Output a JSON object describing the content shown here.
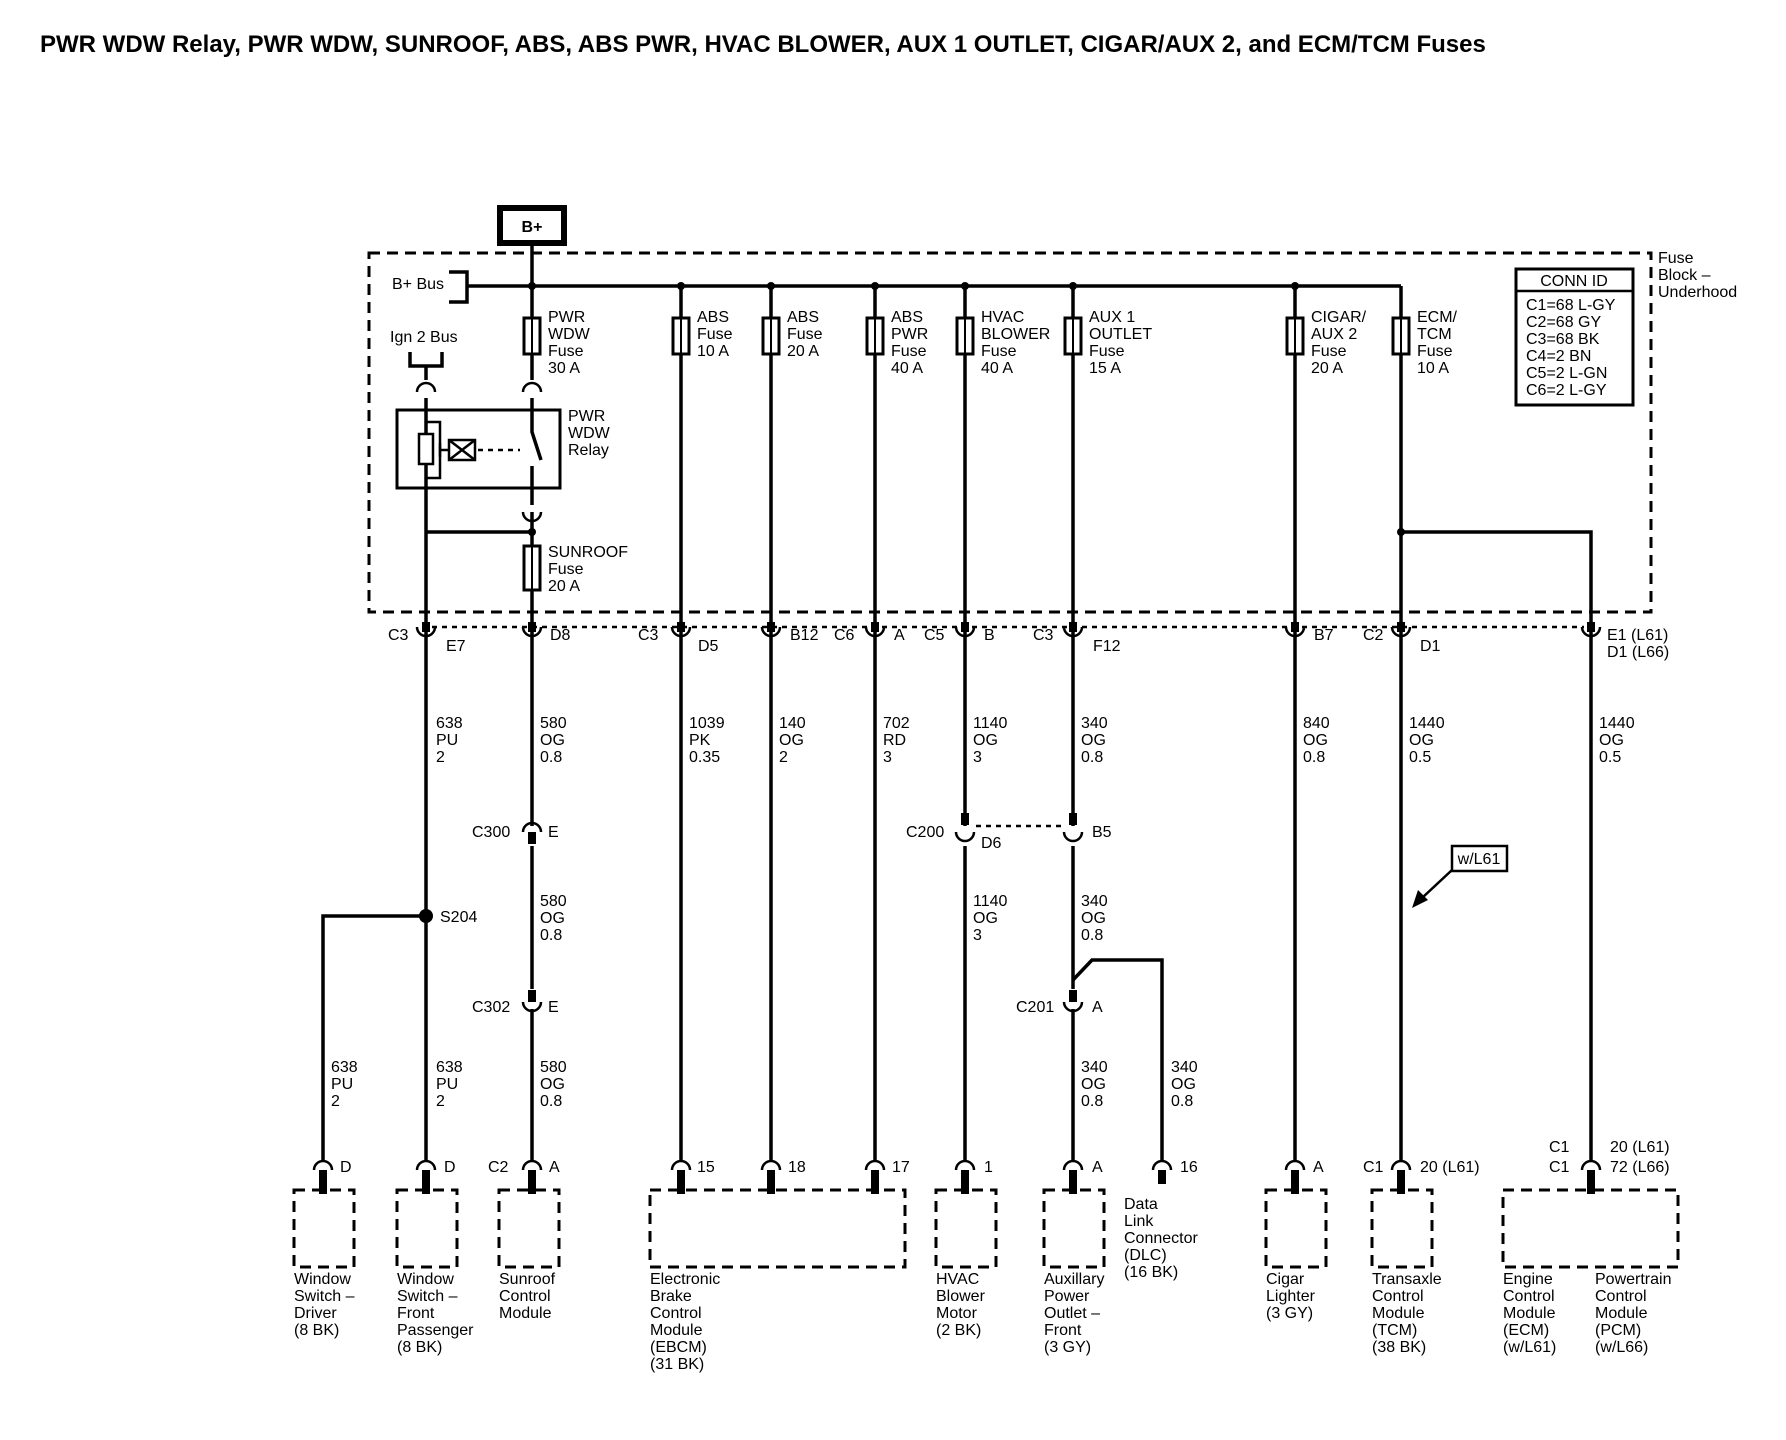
{
  "title": "PWR WDW Relay, PWR WDW, SUNROOF, ABS, ABS PWR, HVAC BLOWER, AUX 1 OUTLET, CIGAR/AUX 2, and ECM/TCM Fuses",
  "b_plus": "B+",
  "b_bus": "B+ Bus",
  "ign_bus": "Ign 2 Bus",
  "fuse_block": [
    "Fuse",
    "Block –",
    "Underhood"
  ],
  "relay": [
    "PWR",
    "WDW",
    "Relay"
  ],
  "conn_id": {
    "header": "CONN ID",
    "rows": [
      "C1=68 L-GY",
      "C2=68 GY",
      "C3=68 BK",
      "C4=2 BN",
      "C5=2 L-GN",
      "C6=2 L-GY"
    ]
  },
  "fuses": [
    {
      "lines": [
        "PWR",
        "WDW",
        "Fuse",
        "30 A"
      ]
    },
    {
      "lines": [
        "ABS",
        "Fuse",
        "10 A"
      ]
    },
    {
      "lines": [
        "ABS",
        "Fuse",
        "20 A"
      ]
    },
    {
      "lines": [
        "ABS",
        "PWR",
        "Fuse",
        "40 A"
      ]
    },
    {
      "lines": [
        "HVAC",
        "BLOWER",
        "Fuse",
        "40 A"
      ]
    },
    {
      "lines": [
        "AUX 1",
        "OUTLET",
        "Fuse",
        "15 A"
      ]
    },
    {
      "lines": [
        "CIGAR/",
        "AUX 2",
        "Fuse",
        "20 A"
      ]
    },
    {
      "lines": [
        "ECM/",
        "TCM",
        "Fuse",
        "10 A"
      ]
    },
    {
      "lines": [
        "SUNROOF",
        "Fuse",
        "20 A"
      ]
    }
  ],
  "block_connectors": [
    "C3",
    "E7",
    "D8",
    "C3",
    "D5",
    "B12",
    "C6",
    "A",
    "C5",
    "B",
    "C3",
    "F12",
    "B7",
    "C2",
    "D1",
    "E1 (L61)",
    "D1 (L66)"
  ],
  "wires": [
    {
      "lines": [
        "638",
        "PU",
        "2"
      ]
    },
    {
      "lines": [
        "580",
        "OG",
        "0.8"
      ]
    },
    {
      "lines": [
        "1039",
        "PK",
        "0.35"
      ]
    },
    {
      "lines": [
        "140",
        "OG",
        "2"
      ]
    },
    {
      "lines": [
        "702",
        "RD",
        "3"
      ]
    },
    {
      "lines": [
        "1140",
        "OG",
        "3"
      ]
    },
    {
      "lines": [
        "340",
        "OG",
        "0.8"
      ]
    },
    {
      "lines": [
        "840",
        "OG",
        "0.8"
      ]
    },
    {
      "lines": [
        "1440",
        "OG",
        "0.5"
      ]
    },
    {
      "lines": [
        "1440",
        "OG",
        "0.5"
      ]
    },
    {
      "lines": [
        "580",
        "OG",
        "0.8"
      ]
    },
    {
      "lines": [
        "580",
        "OG",
        "0.8"
      ]
    },
    {
      "lines": [
        "1140",
        "OG",
        "3"
      ]
    },
    {
      "lines": [
        "340",
        "OG",
        "0.8"
      ]
    },
    {
      "lines": [
        "638",
        "PU",
        "2"
      ]
    },
    {
      "lines": [
        "638",
        "PU",
        "2"
      ]
    },
    {
      "lines": [
        "340",
        "OG",
        "0.8"
      ]
    },
    {
      "lines": [
        "340",
        "OG",
        "0.8"
      ]
    }
  ],
  "inline_connectors": [
    "C300",
    "E",
    "C302",
    "E",
    "C200",
    "D6",
    "B5",
    "C201",
    "A"
  ],
  "splice": "S204",
  "option_note": "w/L61",
  "component_pins": [
    "D",
    "D",
    "C2",
    "A",
    "15",
    "18",
    "17",
    "1",
    "A",
    "16",
    "A",
    "C1",
    "20 (L61)",
    "C1",
    "C1",
    "20 (L61)",
    "72 (L66)"
  ],
  "components": [
    {
      "lines": [
        "Window",
        "Switch –",
        "Driver",
        "(8 BK)"
      ]
    },
    {
      "lines": [
        "Window",
        "Switch –",
        "Front",
        "Passenger",
        "(8 BK)"
      ]
    },
    {
      "lines": [
        "Sunroof",
        "Control",
        "Module"
      ]
    },
    {
      "lines": [
        "Electronic",
        "Brake",
        "Control",
        "Module",
        "(EBCM)",
        "(31 BK)"
      ]
    },
    {
      "lines": [
        "HVAC",
        "Blower",
        "Motor",
        "(2 BK)"
      ]
    },
    {
      "lines": [
        "Auxillary",
        "Power",
        "Outlet –",
        "Front",
        "(3 GY)"
      ]
    },
    {
      "lines": [
        "Data",
        "Link",
        "Connector",
        "(DLC)",
        "(16 BK)"
      ]
    },
    {
      "lines": [
        "Cigar",
        "Lighter",
        "(3 GY)"
      ]
    },
    {
      "lines": [
        "Transaxle",
        "Control",
        "Module",
        "(TCM)",
        "(38 BK)"
      ]
    },
    {
      "lines": [
        "Engine",
        "Control",
        "Module",
        "(ECM)",
        "(w/L61)"
      ]
    },
    {
      "lines": [
        "Powertrain",
        "Control",
        "Module",
        "(PCM)",
        "(w/L66)"
      ]
    }
  ]
}
